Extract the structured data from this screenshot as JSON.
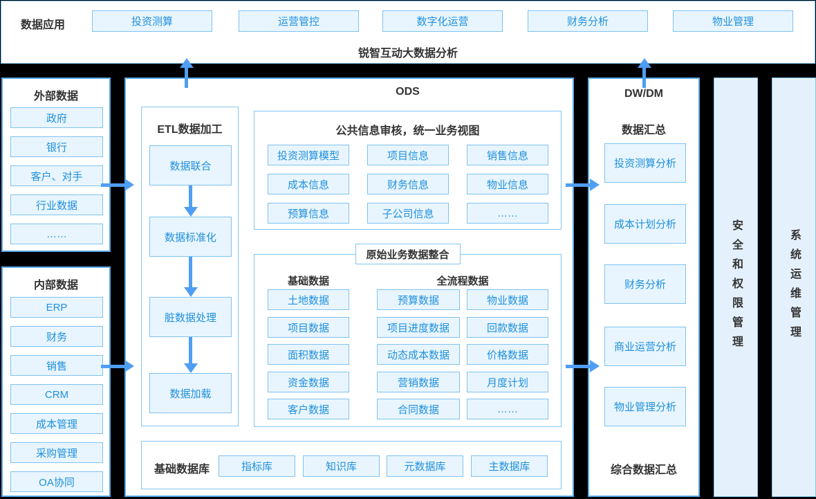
{
  "top_bar": {
    "label": "数据应用",
    "buttons": [
      "投资测算",
      "运营管控",
      "数字化运营",
      "财务分析",
      "物业管理"
    ],
    "title": "锐智互动大数据分析"
  },
  "external_data": {
    "title": "外部数据",
    "items": [
      "政府",
      "银行",
      "客户、对手",
      "行业数据",
      "……"
    ]
  },
  "internal_data": {
    "title": "内部数据",
    "items": [
      "ERP",
      "财务",
      "销售",
      "CRM",
      "成本管理",
      "采购管理",
      "OA协同"
    ]
  },
  "ods": {
    "title": "ODS",
    "etl": {
      "title": "ETL数据加工",
      "steps": [
        "数据联合",
        "数据标准化",
        "脏数据处理",
        "数据加载"
      ]
    },
    "common_info": {
      "title": "公共信息审核，统一业务视图",
      "items": [
        "投资测算模型",
        "项目信息",
        "销售信息",
        "成本信息",
        "财务信息",
        "物业信息",
        "预算信息",
        "子公司信息",
        "……"
      ]
    },
    "raw_business": {
      "title": "原始业务数据整合",
      "base_group": {
        "title": "基础数据",
        "items": [
          "土地数据",
          "项目数据",
          "面积数据",
          "资金数据",
          "客户数据"
        ]
      },
      "process_group": {
        "title": "全流程数据",
        "col1": [
          "预算数据",
          "项目进度数据",
          "动态成本数据",
          "营销数据",
          "合同数据"
        ],
        "col2": [
          "物业数据",
          "回款数据",
          "价格数据",
          "月度计划",
          "……"
        ]
      }
    },
    "base_db": {
      "title": "基础数据库",
      "items": [
        "指标库",
        "知识库",
        "元数据库",
        "主数据库"
      ]
    }
  },
  "dwdm": {
    "title": "DW/DM",
    "subtitle": "数据汇总",
    "items": [
      "投资测算分析",
      "成本计划分析",
      "财务分析",
      "商业运营分析",
      "物业管理分析"
    ],
    "footer": "综合数据汇总"
  },
  "side_bars": [
    {
      "label": "安全和权限管理"
    },
    {
      "label": "系统运维管理"
    }
  ],
  "colors": {
    "page_bg": "#000000",
    "panel_border": "#56a9ea",
    "sub_border": "#84c5f2",
    "chip_bg": "#e8f5fe",
    "chip_border": "#7ec2f0",
    "accent": "#2090dc",
    "arrow": "#4f9ef3",
    "ink": "#333333",
    "bar_bg": "#e4f1fc",
    "topbar_border": "#7cc7f2"
  }
}
